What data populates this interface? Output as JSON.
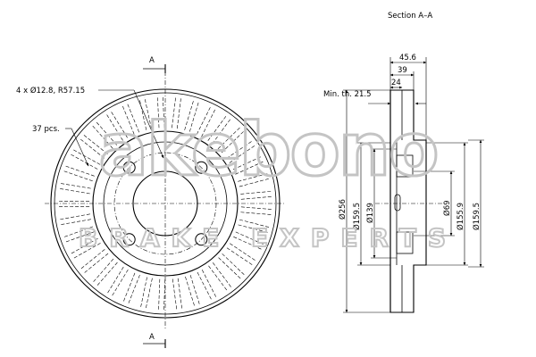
{
  "section_title": "Section A–A",
  "section_marker": "A",
  "section_marker_bottom": "A",
  "callouts": {
    "holes": "4 x Ø12.8, R57.15",
    "vanes": "37 pcs.",
    "min_thickness": "Min. th. 21.5"
  },
  "dimensions": {
    "total_height": "45.6",
    "height_39": "39",
    "height_24": "24",
    "d256": "Ø256",
    "d159_5_left": "Ø159.5",
    "d139": "Ø139",
    "d69": "Ø69",
    "d155_9": "Ø155.9",
    "d159_5_right": "Ø159.5"
  },
  "watermark": {
    "brand": "akebono",
    "tagline": "BRAKE EXPERTS",
    "color": "#c4c4c4"
  },
  "part": {
    "vane_count": 37,
    "bolt_hole_count": 4
  }
}
